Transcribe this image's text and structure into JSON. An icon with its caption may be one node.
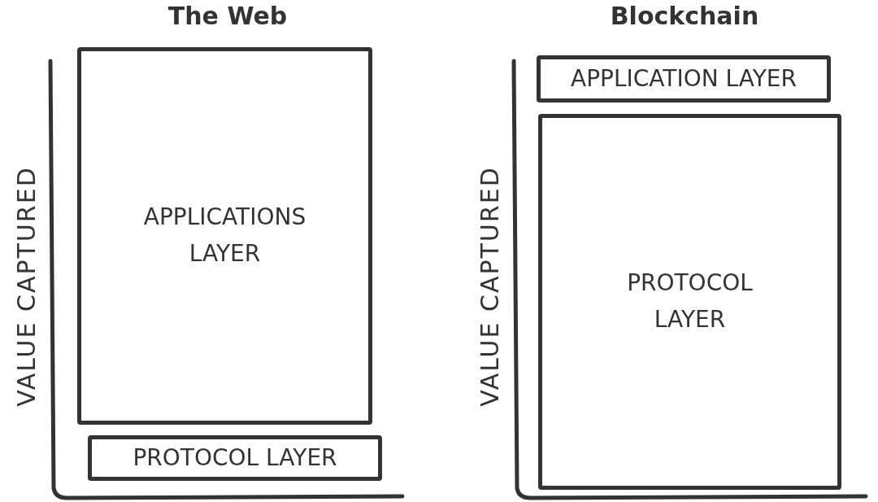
{
  "diagram": {
    "nodes": [
      {
        "text": [
          "APPLICATIONS LAYER"
        ]
      },
      {
        "text": [
          "PROTOCOL LAYER"
        ]
      },
      {
        "text": [
          "APPLICATION LAYER"
        ]
      },
      {
        "text": [
          "PROTOCOL LAYER"
        ]
      }
    ],
    "labels": [
      "The Web",
      "Blockchain",
      "VALUE CAPTURED",
      "VALUE CAPTURED"
    ]
  }
}
